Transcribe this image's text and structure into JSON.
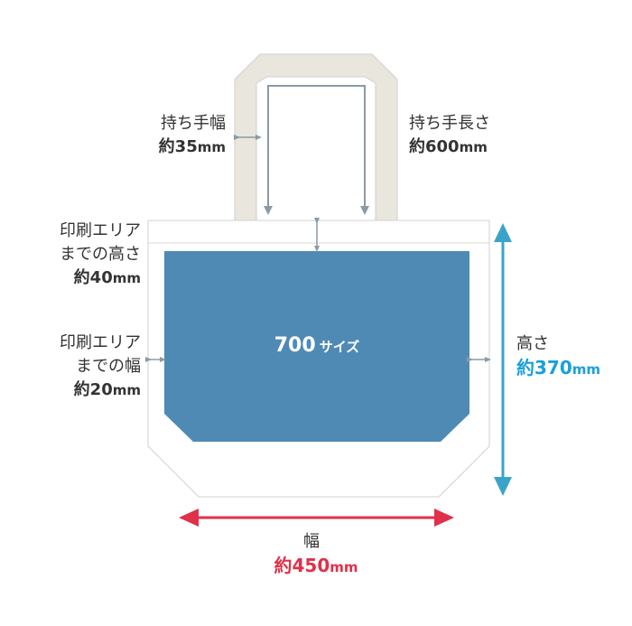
{
  "colors": {
    "handle": "#e9e6dd",
    "print_area": "#4f8ab5",
    "bag_outline": "#cfcfcf",
    "gauge": "#8a9aa6",
    "height_arrow": "#3aa4c8",
    "height_value": "#1aa0d8",
    "width_arrow": "#e0304a",
    "width_value": "#e0304a",
    "text": "#333333"
  },
  "labels": {
    "handle_width": {
      "title": "持ち手幅",
      "prefix": "約",
      "number": "35",
      "unit": "mm"
    },
    "handle_length": {
      "title": "持ち手長さ",
      "prefix": "約",
      "number": "600",
      "unit": "mm"
    },
    "print_top": {
      "line1": "印刷エリア",
      "line2": "までの高さ",
      "prefix": "約",
      "number": "40",
      "unit": "mm"
    },
    "print_side": {
      "line1": "印刷エリア",
      "line2": "までの幅",
      "prefix": "約",
      "number": "20",
      "unit": "mm"
    },
    "height": {
      "title": "高さ",
      "prefix": "約",
      "number": "370",
      "unit": "mm"
    },
    "width": {
      "title": "幅",
      "prefix": "約",
      "number": "450",
      "unit": "mm"
    },
    "size": {
      "number": "700",
      "suffix": "サイズ"
    }
  }
}
